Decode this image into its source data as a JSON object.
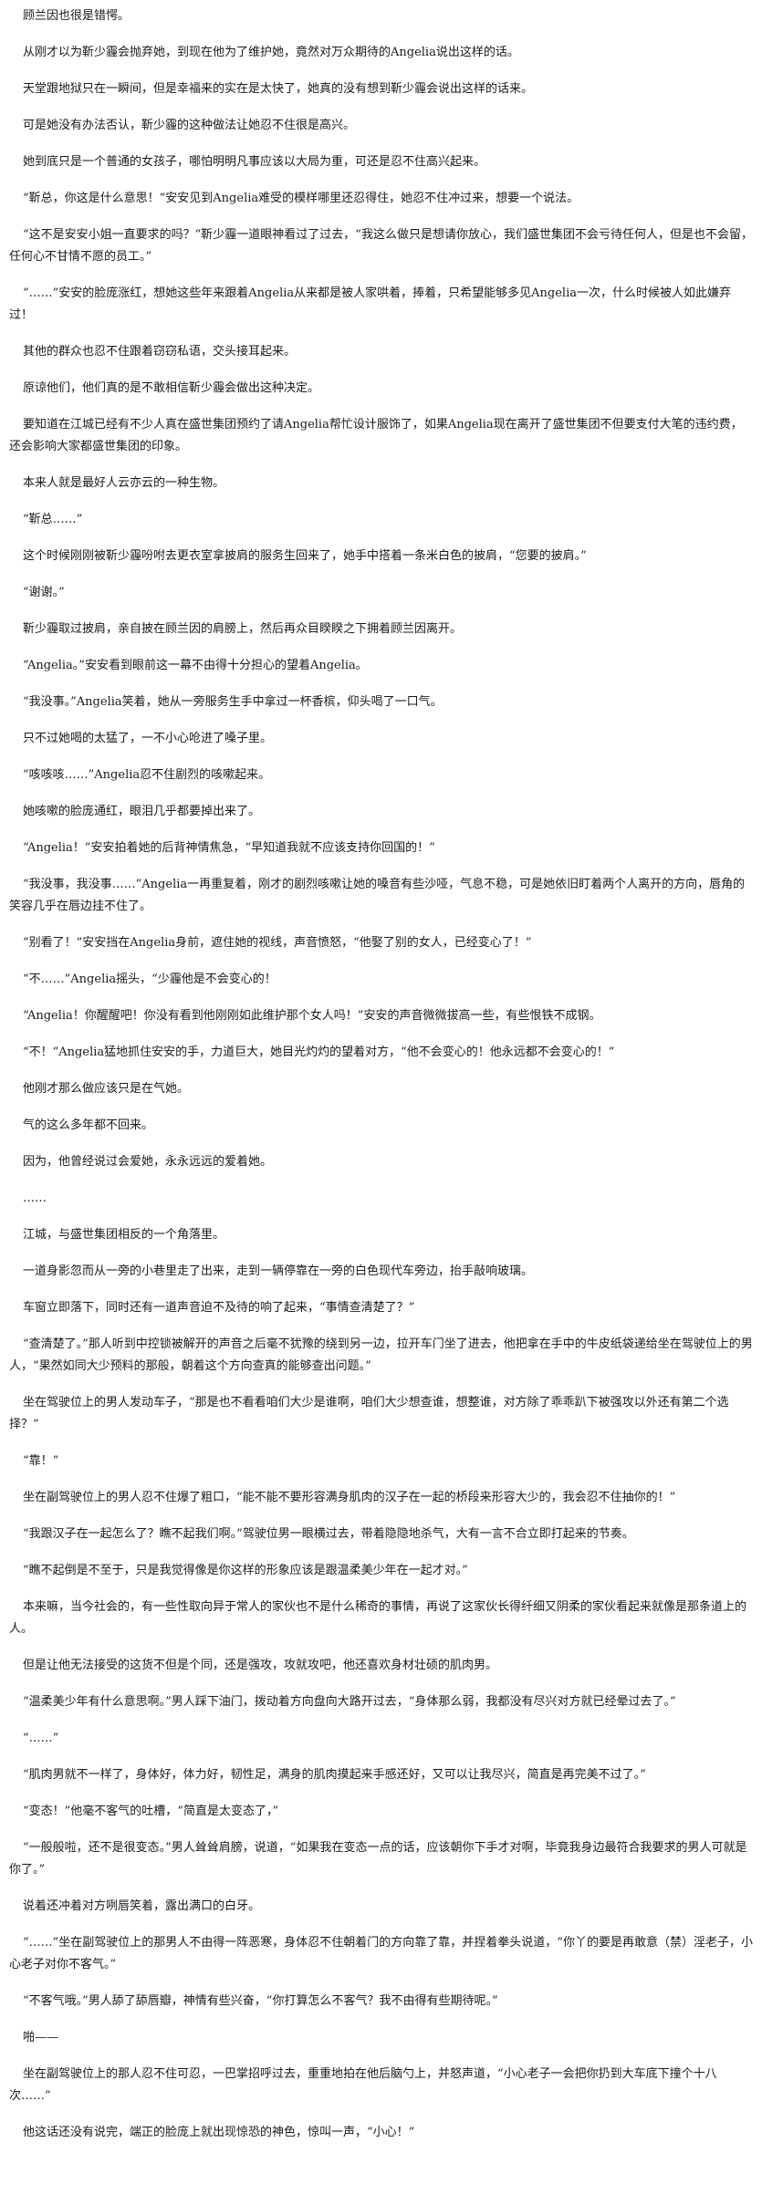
{
  "document": {
    "paragraphs": [
      "顾兰因也很是错愕。",
      "从刚才以为靳少霾会抛弃她，到现在他为了维护她，竟然对万众期待的Angelia说出这样的话。",
      "天堂跟地狱只在一瞬间，但是幸福来的实在是太快了，她真的没有想到靳少霾会说出这样的话来。",
      "可是她没有办法否认，靳少霾的这种做法让她忍不住很是高兴。",
      "她到底只是一个普通的女孩子，哪怕明明凡事应该以大局为重，可还是忍不住高兴起来。",
      "“靳总，你这是什么意思！”安安见到Angelia难受的模样哪里还忍得住，她忍不住冲过来，想要一个说法。",
      "“这不是安安小姐一直要求的吗？”靳少霾一道眼神看过了过去，“我这么做只是想请你放心，我们盛世集团不会亏待任何人，但是也不会留，任何心不甘情不愿的员工。”",
      "“……”安安的脸庞涨红，想她这些年来跟着Angelia从来都是被人家哄着，捧着，只希望能够多见Angelia一次，什么时候被人如此嫌弃过！",
      "其他的群众也忍不住跟着窃窃私语，交头接耳起来。",
      "原谅他们，他们真的是不敢相信靳少霾会做出这种决定。",
      "要知道在江城已经有不少人真在盛世集团预约了请Angelia帮忙设计服饰了，如果Angelia现在离开了盛世集团不但要支付大笔的违约费，还会影响大家都盛世集团的印象。",
      "本来人就是最好人云亦云的一种生物。",
      "“靳总……”",
      "这个时候刚刚被靳少霾吩咐去更衣室拿披肩的服务生回来了，她手中搭着一条米白色的披肩，“您要的披肩。”",
      "“谢谢。”",
      "靳少霾取过披肩，亲自披在顾兰因的肩膀上，然后再众目睽睽之下拥着顾兰因离开。",
      "“Angelia。”安安看到眼前这一幕不由得十分担心的望着Angelia。",
      "“我没事。”Angelia笑着，她从一旁服务生手中拿过一杯香槟，仰头喝了一口气。",
      "只不过她喝的太猛了，一不小心呛进了嗓子里。",
      "“咳咳咳……”Angelia忍不住剧烈的咳嗽起来。",
      "她咳嗽的脸庞通红，眼泪几乎都要掉出来了。",
      "“Angelia！”安安拍着她的后背神情焦急，“早知道我就不应该支持你回国的！”",
      "“我没事，我没事……”Angelia一再重复着，刚才的剧烈咳嗽让她的嗓音有些沙哑，气息不稳，可是她依旧盯着两个人离开的方向，唇角的笑容几乎在唇边挂不住了。",
      "“别看了！”安安挡在Angelia身前，遮住她的视线，声音愤怒，“他娶了别的女人，已经变心了！”",
      "“不……”Angelia摇头，“少霾他是不会变心的！",
      "“Angelia！你醒醒吧！你没有看到他刚刚如此维护那个女人吗！”安安的声音微微拔高一些，有些恨铁不成钢。",
      "“不！”Angelia猛地抓住安安的手，力道巨大，她目光灼灼的望着对方，“他不会变心的！他永远都不会变心的！”",
      "他刚才那么做应该只是在气她。",
      "气的这么多年都不回来。",
      "因为，他曾经说过会爱她，永永远远的爱着她。",
      "……",
      "江城，与盛世集团相反的一个角落里。",
      "一道身影忽而从一旁的小巷里走了出来，走到一辆停靠在一旁的白色现代车旁边，抬手敲响玻璃。",
      "车窗立即落下，同时还有一道声音迫不及待的响了起来，“事情查清楚了？”",
      "“查清楚了。”那人听到中控锁被解开的声音之后毫不犹豫的绕到另一边，拉开车门坐了进去，他把拿在手中的牛皮纸袋递给坐在驾驶位上的男人，“果然如同大少预料的那般，朝着这个方向查真的能够查出问题。”",
      "坐在驾驶位上的男人发动车子，“那是也不看看咱们大少是谁啊，咱们大少想查谁，想整谁，对方除了乖乖趴下被强攻以外还有第二个选择？”",
      "“靠！”",
      "坐在副驾驶位上的男人忍不住爆了粗口，“能不能不要形容满身肌肉的汉子在一起的桥段来形容大少的，我会忍不住抽你的！”",
      "“我跟汉子在一起怎么了？瞧不起我们啊。”驾驶位男一眼横过去，带着隐隐地杀气，大有一言不合立即打起来的节奏。",
      "“瞧不起倒是不至于，只是我觉得像是你这样的形象应该是跟温柔美少年在一起才对。”",
      "本来嘛，当今社会的，有一些性取向异于常人的家伙也不是什么稀奇的事情，再说了这家伙长得纤细又阴柔的家伙看起来就像是那条道上的人。",
      "但是让他无法接受的这货不但是个同，还是强攻，攻就攻吧，他还喜欢身材壮硕的肌肉男。",
      "“温柔美少年有什么意思啊。”男人踩下油门，拨动着方向盘向大路开过去，“身体那么弱，我都没有尽兴对方就已经晕过去了。”",
      "“……”",
      "“肌肉男就不一样了，身体好，体力好，韧性足，满身的肌肉摸起来手感还好，又可以让我尽兴，简直是再完美不过了。”",
      "“变态！”他毫不客气的吐槽，“简直是太变态了，”",
      "“一般般啦，还不是很变态。”男人耸耸肩膀，说道，“如果我在变态一点的话，应该朝你下手才对啊，毕竟我身边最符合我要求的男人可就是你了。”",
      "说着还冲着对方咧唇笑着，露出满口的白牙。",
      "“……”坐在副驾驶位上的那男人不由得一阵恶寒，身体忍不住朝着门的方向靠了靠，并捏着拳头说道，“你丫的要是再敢意（禁）淫老子，小心老子对你不客气。”",
      "“不客气哦。”男人舔了舔唇瓣，神情有些兴奋，“你打算怎么不客气？我不由得有些期待呢。”",
      "啪——",
      "坐在副驾驶位上的那人忍不住可忍，一巴掌招呼过去，重重地拍在他后脑勺上，并怒声道，“小心老子一会把你扔到大车底下撞个十八次……”",
      "他这话还没有说完，端正的脸庞上就出现惊恐的神色，惊叫一声，“小心！”"
    ]
  }
}
